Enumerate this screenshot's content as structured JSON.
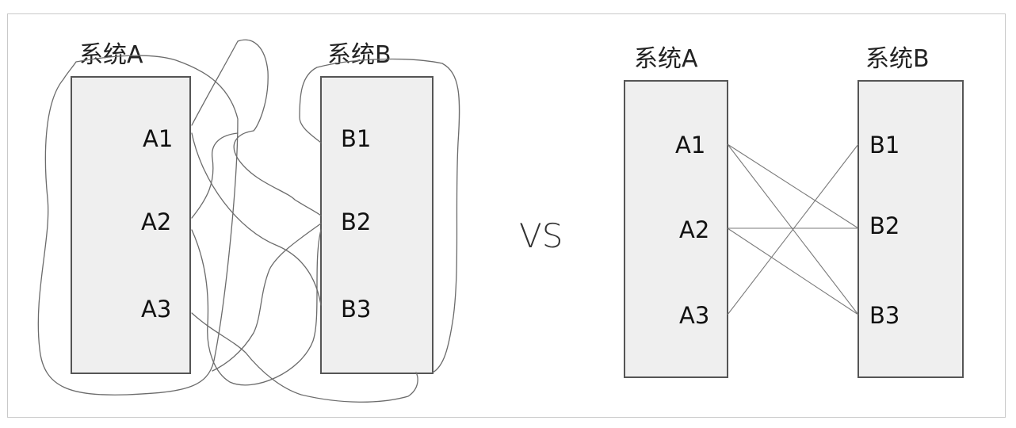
{
  "left": {
    "system_a": {
      "title": "系统A",
      "items": [
        "A1",
        "A2",
        "A3"
      ]
    },
    "system_b": {
      "title": "系统B",
      "items": [
        "B1",
        "B2",
        "B3"
      ]
    }
  },
  "versus_label": "VS",
  "right": {
    "system_a": {
      "title": "系统A",
      "items": [
        "A1",
        "A2",
        "A3"
      ]
    },
    "system_b": {
      "title": "系统B",
      "items": [
        "B1",
        "B2",
        "B3"
      ]
    },
    "connections": [
      {
        "from": "A1",
        "to": "B2"
      },
      {
        "from": "A1",
        "to": "B3"
      },
      {
        "from": "A2",
        "to": "B2"
      },
      {
        "from": "A2",
        "to": "B3"
      },
      {
        "from": "A3",
        "to": "B1"
      }
    ]
  },
  "colors": {
    "box_fill": "#efefef",
    "box_stroke": "#555555",
    "line": "#7a7a7a",
    "frame_border": "#c9c9c9"
  }
}
